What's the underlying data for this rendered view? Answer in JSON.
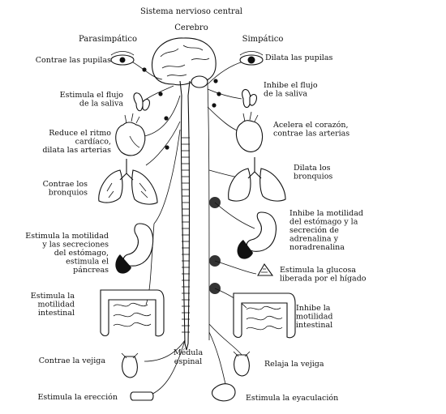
{
  "diagram": {
    "title": "Sistema nervioso central",
    "brain_label": "Cerebro",
    "spinal_label": [
      "Médula",
      "espinal"
    ],
    "parasympathetic": {
      "heading": "Parasimpático",
      "items": [
        {
          "organ": "eye",
          "lines": [
            "Contrae las pupilas"
          ]
        },
        {
          "organ": "salivary-gland",
          "lines": [
            "Estimula el flujo",
            "de la saliva"
          ]
        },
        {
          "organ": "heart",
          "lines": [
            "Reduce el ritmo",
            "cardíaco,",
            "dilata las arterias"
          ]
        },
        {
          "organ": "lungs",
          "lines": [
            "Contrae los",
            "bronquios"
          ]
        },
        {
          "organ": "stomach",
          "lines": [
            "Estimula la motilidad",
            "y las secreciones",
            "del estómago,",
            "estimula el",
            "páncreas"
          ]
        },
        {
          "organ": "intestine",
          "lines": [
            "Estimula la",
            "motilidad",
            "intestinal"
          ]
        },
        {
          "organ": "bladder",
          "lines": [
            "Contrae la vejiga"
          ]
        },
        {
          "organ": "genitals",
          "lines": [
            "Estimula la erección"
          ]
        }
      ]
    },
    "sympathetic": {
      "heading": "Simpático",
      "items": [
        {
          "organ": "eye",
          "lines": [
            "Dilata las pupilas"
          ]
        },
        {
          "organ": "salivary-gland",
          "lines": [
            "Inhibe el flujo",
            "de la saliva"
          ]
        },
        {
          "organ": "heart",
          "lines": [
            "Acelera el corazón,",
            "contrae las arterias"
          ]
        },
        {
          "organ": "lungs",
          "lines": [
            "Dilata los",
            "bronquios"
          ]
        },
        {
          "organ": "stomach",
          "lines": [
            "Inhibe la motilidad",
            "del estómago y la",
            "secreción de",
            "adrenalina y",
            "noradrenalina"
          ]
        },
        {
          "organ": "liver",
          "lines": [
            "Estimula la glucosa",
            "liberada por el hígado"
          ]
        },
        {
          "organ": "intestine",
          "lines": [
            "Inhibe la",
            "motilidad",
            "intestinal"
          ]
        },
        {
          "organ": "bladder",
          "lines": [
            "Relaja la vejiga"
          ]
        },
        {
          "organ": "genitals",
          "lines": [
            "Estimula la eyaculación"
          ]
        }
      ]
    }
  }
}
